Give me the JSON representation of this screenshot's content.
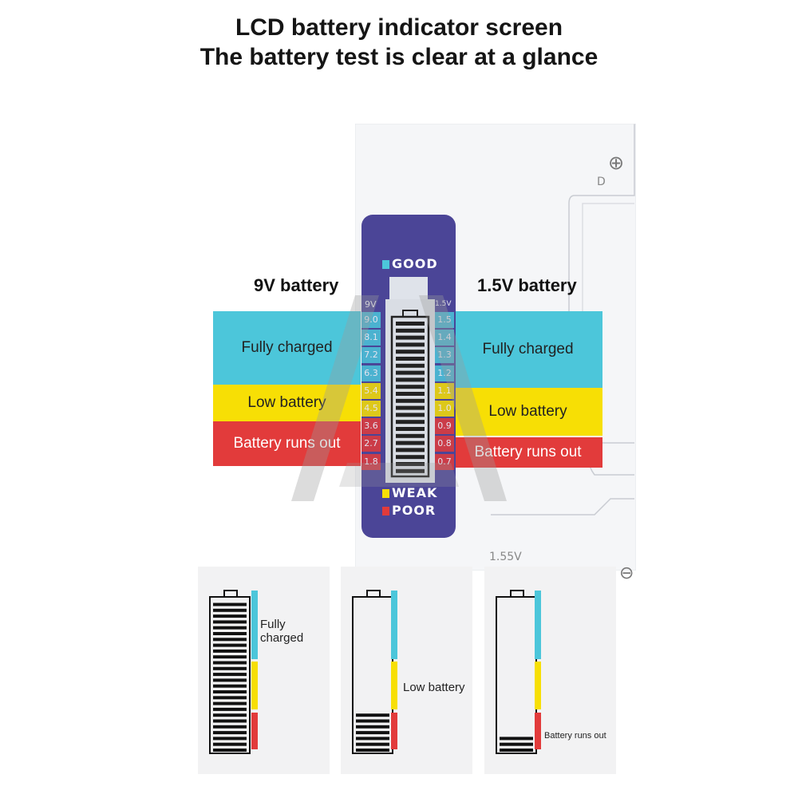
{
  "header": {
    "line1": "LCD battery indicator screen",
    "line2": "The battery test is clear at a glance"
  },
  "labels": {
    "nine_volt": "9V battery",
    "one_five_volt": "1.5V battery"
  },
  "bands": {
    "full": "Fully charged",
    "low": "Low battery",
    "out": "Battery runs out"
  },
  "lcd": {
    "good": "GOOD",
    "weak": "WEAK",
    "poor": "POOR",
    "left_header": "9V",
    "right_header": "1.5V",
    "left_scale": [
      "9.0",
      "8.1",
      "7.2",
      "6.3",
      "5.4",
      "4.5",
      "3.6",
      "2.7",
      "1.8"
    ],
    "right_scale": [
      "1.5",
      "1.4",
      "1.3",
      "1.2",
      "1.1",
      "1.0",
      "0.9",
      "0.8",
      "0.7"
    ]
  },
  "device": {
    "plus": "⊕",
    "minus": "⊖",
    "size_letter": "D",
    "voltage": "1.55V"
  },
  "cards": [
    {
      "label": "Fully charged",
      "charge_fraction": 1.0
    },
    {
      "label": "Low battery",
      "charge_fraction": 0.25
    },
    {
      "label": "Battery runs out",
      "charge_fraction": 0.12
    }
  ],
  "colors": {
    "lcd_body": "#4b4597",
    "good": "#4cc6da",
    "weak": "#f7df05",
    "poor": "#e23b3b"
  }
}
